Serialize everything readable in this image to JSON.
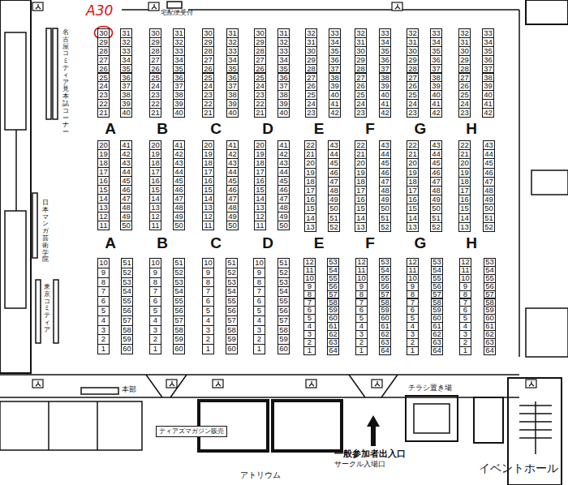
{
  "diagram": {
    "nodes": [
      {
        "text": [
          "ティアズマガジン販売"
        ]
      }
    ],
    "labels": [
      "A30",
      "宅配便受付",
      "名古屋コミティア見本誌コーナー",
      "30",
      "29",
      "28",
      "27",
      "26",
      "25",
      "24",
      "23",
      "22",
      "21",
      "31",
      "32",
      "33",
      "34",
      "35",
      "36",
      "37",
      "38",
      "39",
      "40",
      "30",
      "29",
      "28",
      "27",
      "26",
      "25",
      "24",
      "23",
      "22",
      "21",
      "31",
      "32",
      "33",
      "34",
      "35",
      "36",
      "37",
      "38",
      "39",
      "40",
      "30",
      "29",
      "28",
      "27",
      "26",
      "25",
      "24",
      "23",
      "22",
      "21",
      "31",
      "32",
      "33",
      "34",
      "35",
      "36",
      "37",
      "38",
      "39",
      "40",
      "30",
      "29",
      "28",
      "27",
      "26",
      "25",
      "24",
      "23",
      "22",
      "21",
      "31",
      "32",
      "33",
      "34",
      "35",
      "36",
      "37",
      "38",
      "39",
      "40",
      "32",
      "31",
      "30",
      "29",
      "28",
      "27",
      "26",
      "25",
      "24",
      "23",
      "33",
      "34",
      "35",
      "36",
      "37",
      "38",
      "39",
      "40",
      "41",
      "42",
      "32",
      "31",
      "30",
      "29",
      "28",
      "27",
      "26",
      "25",
      "24",
      "23",
      "33",
      "34",
      "35",
      "36",
      "37",
      "38",
      "39",
      "40",
      "41",
      "42",
      "32",
      "31",
      "30",
      "29",
      "28",
      "27",
      "26",
      "25",
      "24",
      "23",
      "33",
      "34",
      "35",
      "36",
      "37",
      "38",
      "39",
      "40",
      "41",
      "42",
      "32",
      "31",
      "30",
      "29",
      "28",
      "27",
      "26",
      "25",
      "24",
      "23",
      "33",
      "34",
      "35",
      "36",
      "37",
      "38",
      "39",
      "40",
      "41",
      "42",
      "A",
      "B",
      "C",
      "D",
      "E",
      "F",
      "G",
      "H",
      "20",
      "19",
      "18",
      "17",
      "16",
      "15",
      "14",
      "13",
      "12",
      "11",
      "41",
      "42",
      "43",
      "44",
      "45",
      "46",
      "47",
      "48",
      "49",
      "50",
      "20",
      "19",
      "18",
      "17",
      "16",
      "15",
      "14",
      "13",
      "12",
      "11",
      "41",
      "42",
      "43",
      "44",
      "45",
      "46",
      "47",
      "48",
      "49",
      "50",
      "20",
      "19",
      "18",
      "17",
      "16",
      "15",
      "14",
      "13",
      "12",
      "11",
      "41",
      "42",
      "43",
      "44",
      "45",
      "46",
      "47",
      "48",
      "49",
      "50",
      "20",
      "19",
      "18",
      "17",
      "16",
      "15",
      "14",
      "13",
      "12",
      "11",
      "41",
      "42",
      "43",
      "44",
      "45",
      "46",
      "47",
      "48",
      "49",
      "50",
      "22",
      "21",
      "20",
      "19",
      "18",
      "17",
      "16",
      "15",
      "14",
      "13",
      "43",
      "44",
      "45",
      "46",
      "47",
      "48",
      "49",
      "50",
      "51",
      "52",
      "22",
      "21",
      "20",
      "19",
      "18",
      "17",
      "16",
      "15",
      "14",
      "13",
      "43",
      "44",
      "45",
      "46",
      "47",
      "48",
      "49",
      "50",
      "51",
      "52",
      "22",
      "21",
      "20",
      "19",
      "18",
      "17",
      "16",
      "15",
      "14",
      "13",
      "43",
      "44",
      "45",
      "46",
      "47",
      "48",
      "49",
      "50",
      "51",
      "52",
      "22",
      "21",
      "20",
      "19",
      "18",
      "17",
      "16",
      "15",
      "14",
      "13",
      "43",
      "44",
      "45",
      "46",
      "47",
      "48",
      "49",
      "50",
      "51",
      "52",
      "A",
      "B",
      "C",
      "D",
      "E",
      "F",
      "G",
      "H",
      "日本マンガ芸術学院",
      "東京コミティア",
      "10",
      "9",
      "8",
      "7",
      "6",
      "5",
      "4",
      "3",
      "2",
      "1",
      "51",
      "52",
      "53",
      "54",
      "55",
      "56",
      "57",
      "58",
      "59",
      "60",
      "10",
      "9",
      "8",
      "7",
      "6",
      "5",
      "4",
      "3",
      "2",
      "1",
      "51",
      "52",
      "53",
      "54",
      "55",
      "56",
      "57",
      "58",
      "59",
      "60",
      "10",
      "9",
      "8",
      "7",
      "6",
      "5",
      "4",
      "3",
      "2",
      "1",
      "51",
      "52",
      "53",
      "54",
      "55",
      "56",
      "57",
      "58",
      "59",
      "60",
      "10",
      "9",
      "8",
      "7",
      "6",
      "5",
      "4",
      "3",
      "2",
      "1",
      "51",
      "52",
      "53",
      "54",
      "55",
      "56",
      "57",
      "58",
      "59",
      "60",
      "12",
      "11",
      "10",
      "9",
      "8",
      "7",
      "6",
      "5",
      "4",
      "3",
      "2",
      "1",
      "53",
      "54",
      "55",
      "56",
      "57",
      "58",
      "59",
      "60",
      "61",
      "62",
      "63",
      "64",
      "12",
      "11",
      "10",
      "9",
      "8",
      "7",
      "6",
      "5",
      "4",
      "3",
      "2",
      "1",
      "53",
      "54",
      "55",
      "56",
      "57",
      "58",
      "59",
      "60",
      "61",
      "62",
      "63",
      "64",
      "12",
      "11",
      "10",
      "9",
      "8",
      "7",
      "6",
      "5",
      "4",
      "3",
      "2",
      "1",
      "53",
      "54",
      "55",
      "56",
      "57",
      "58",
      "59",
      "60",
      "61",
      "62",
      "63",
      "64",
      "12",
      "11",
      "10",
      "9",
      "8",
      "7",
      "6",
      "5",
      "4",
      "3",
      "2",
      "1",
      "53",
      "54",
      "55",
      "56",
      "57",
      "58",
      "59",
      "60",
      "61",
      "62",
      "63",
      "64",
      "本部",
      "チラシ置き場",
      "アトリウム",
      "一般参加者出入口",
      "サークル入場口",
      "イベントホール"
    ]
  }
}
